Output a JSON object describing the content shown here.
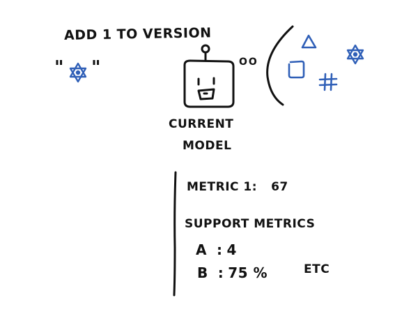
{
  "header": {
    "title": "ADD 1 TO VERSION"
  },
  "input_symbol": {
    "quote_open": "\"",
    "quote_close": "\"",
    "icon": "atom-star-icon"
  },
  "model": {
    "caption_line1": "CURRENT",
    "caption_line2": "MODEL",
    "thought_dots": "oo"
  },
  "thought_bubble": {
    "icons": [
      "triangle-icon",
      "square-icon",
      "hash-icon",
      "atom-star-icon"
    ]
  },
  "metrics": {
    "metric1_label": "METRIC 1:",
    "metric1_value": "67",
    "support_heading": "SUPPORT METRICS",
    "items": [
      {
        "key": "A",
        "value": "4"
      },
      {
        "key": "B",
        "value": "75 %"
      }
    ],
    "etc": "ETC"
  },
  "colors": {
    "ink": "#111111",
    "blue": "#2f5fb7"
  }
}
